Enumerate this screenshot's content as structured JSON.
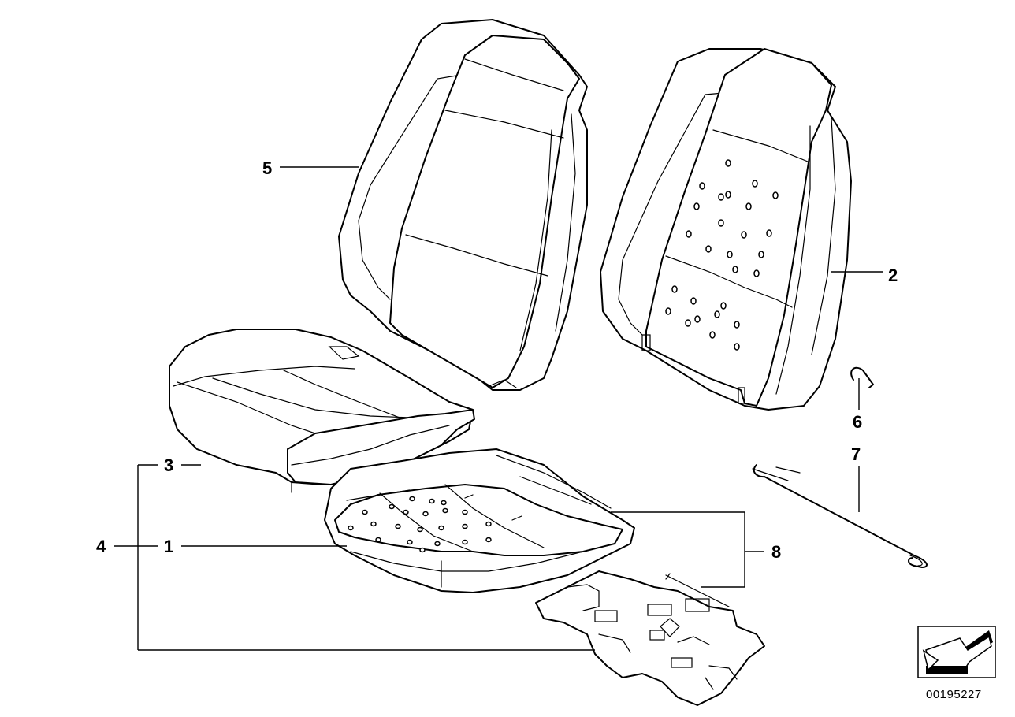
{
  "callouts": {
    "c1": "1",
    "c2": "2",
    "c3": "3",
    "c4": "4",
    "c5": "5",
    "c6": "6",
    "c7": "7",
    "c8": "8"
  },
  "reference_number": "00195227",
  "icons": {
    "orientation": "direction-arrow-icon"
  },
  "colors": {
    "line": "#000000",
    "background": "#ffffff"
  }
}
